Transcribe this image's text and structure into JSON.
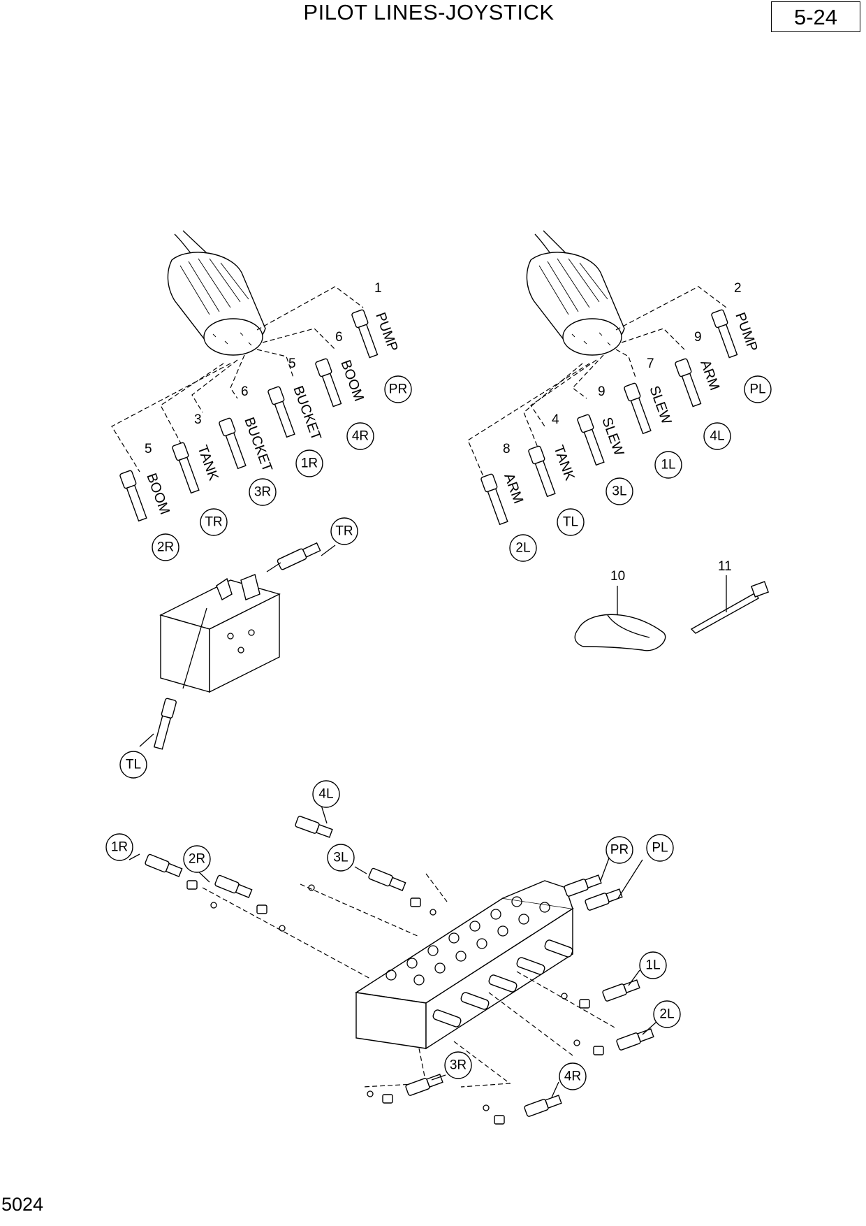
{
  "header": {
    "title": "PILOT LINES-JOYSTICK",
    "page_ref": "5-24"
  },
  "footer": {
    "code": "5024"
  },
  "diagram": {
    "item_numbers": [
      "1",
      "2",
      "3",
      "4",
      "5",
      "5",
      "6",
      "6",
      "7",
      "8",
      "9",
      "9",
      "10",
      "11"
    ],
    "line_labels": [
      "PUMP",
      "BOOM",
      "BUCKET",
      "BUCKET",
      "TANK",
      "BOOM",
      "PUMP",
      "ARM",
      "SLEW",
      "SLEW",
      "TANK",
      "ARM"
    ],
    "port_callouts": [
      "PR",
      "4R",
      "1R",
      "3R",
      "TR",
      "2R",
      "PL",
      "4L",
      "1L",
      "3L",
      "TL",
      "2L",
      "TR",
      "TL",
      "4L",
      "1R",
      "2R",
      "3L",
      "PR",
      "PL",
      "1L",
      "2L",
      "3R",
      "4R"
    ]
  }
}
